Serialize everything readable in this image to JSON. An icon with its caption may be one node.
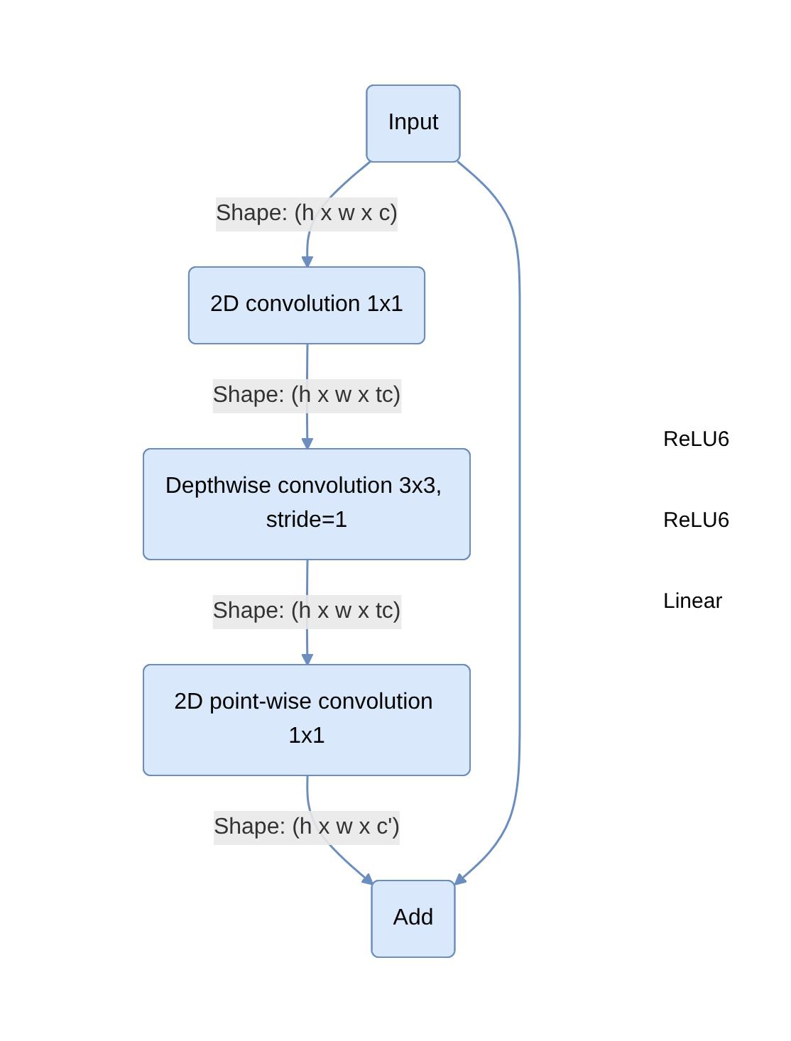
{
  "diagram": {
    "nodes": [
      {
        "text": [
          "Input"
        ]
      },
      {
        "text": [
          "2D convolution 1x1"
        ]
      },
      {
        "text": [
          "Depthwise convolution 3x3, stride=1"
        ]
      },
      {
        "text": [
          "2D point-wise convolution 1x1"
        ]
      },
      {
        "text": [
          "Add"
        ]
      }
    ],
    "edges": [
      {
        "from": 0,
        "to": 1,
        "arrow": "to",
        "label": "Shape: (h x w x c)"
      },
      {
        "from": 1,
        "to": 2,
        "arrow": "to",
        "label": "Shape: (h x w x tc)"
      },
      {
        "from": 2,
        "to": 3,
        "arrow": "to",
        "label": "Shape: (h x w x tc)"
      },
      {
        "from": 3,
        "to": 4,
        "arrow": "to",
        "label": "Shape: (h x w x c')"
      },
      {
        "from": 0,
        "to": 4,
        "arrow": "to"
      }
    ],
    "labels": [
      "ReLU6",
      "ReLU6",
      "Linear"
    ]
  }
}
